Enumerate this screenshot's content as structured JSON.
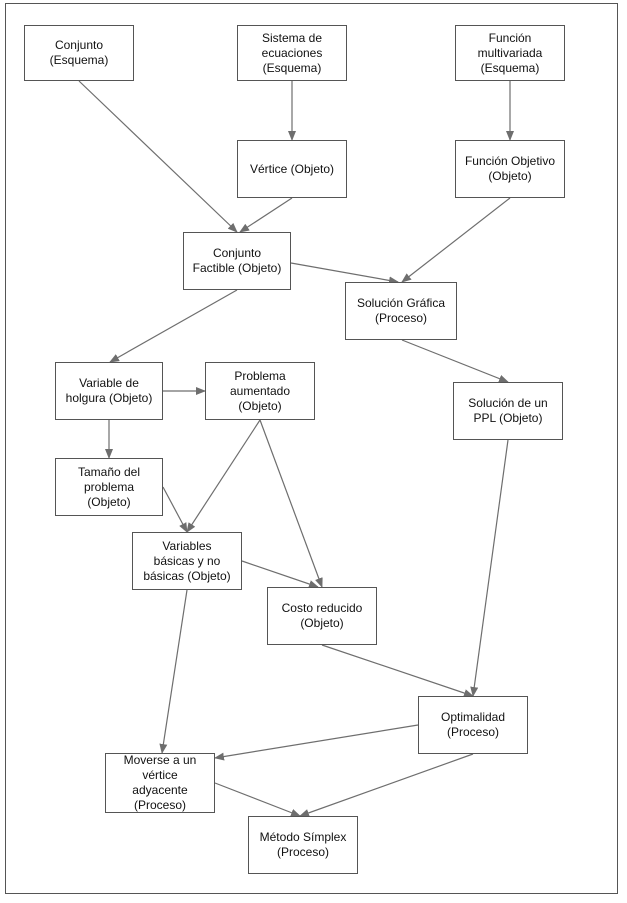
{
  "nodes": {
    "conjunto": "Conjunto\n(Esquema)",
    "sistema_ecuaciones": "Sistema de\necuaciones\n(Esquema)",
    "funcion_multivariada": "Función\nmultivariada\n(Esquema)",
    "vertice": "Vértice (Objeto)",
    "funcion_objetivo": "Función Objetivo\n(Objeto)",
    "conjunto_factible": "Conjunto\nFactible (Objeto)",
    "solucion_grafica": "Solución Gráfica\n(Proceso)",
    "variable_holgura": "Variable de\nholgura (Objeto)",
    "problema_aumentado": "Problema\naumentado\n(Objeto)",
    "solucion_ppl": "Solución de un\nPPL  (Objeto)",
    "tamano_problema": "Tamaño del\nproblema\n(Objeto)",
    "variables_basicas": "Variables\nbásicas y no\nbásicas (Objeto)",
    "costo_reducido": "Costo reducido\n(Objeto)",
    "optimalidad": "Optimalidad\n(Proceso)",
    "moverse_vertice": "Moverse a un\nvértice\nadyacente\n(Proceso)",
    "metodo_simplex": "Método Símplex\n(Proceso)"
  },
  "edges": [
    {
      "from": "conjunto",
      "to": "conjunto_factible"
    },
    {
      "from": "sistema_ecuaciones",
      "to": "vertice"
    },
    {
      "from": "funcion_multivariada",
      "to": "funcion_objetivo"
    },
    {
      "from": "vertice",
      "to": "conjunto_factible"
    },
    {
      "from": "funcion_objetivo",
      "to": "solucion_grafica"
    },
    {
      "from": "conjunto_factible",
      "to": "solucion_grafica"
    },
    {
      "from": "conjunto_factible",
      "to": "variable_holgura"
    },
    {
      "from": "solucion_grafica",
      "to": "solucion_ppl"
    },
    {
      "from": "variable_holgura",
      "to": "problema_aumentado"
    },
    {
      "from": "variable_holgura",
      "to": "tamano_problema"
    },
    {
      "from": "problema_aumentado",
      "to": "variables_basicas"
    },
    {
      "from": "problema_aumentado",
      "to": "costo_reducido"
    },
    {
      "from": "tamano_problema",
      "to": "variables_basicas"
    },
    {
      "from": "variables_basicas",
      "to": "costo_reducido"
    },
    {
      "from": "variables_basicas",
      "to": "moverse_vertice"
    },
    {
      "from": "solucion_ppl",
      "to": "optimalidad"
    },
    {
      "from": "costo_reducido",
      "to": "optimalidad"
    },
    {
      "from": "optimalidad",
      "to": "moverse_vertice"
    },
    {
      "from": "optimalidad",
      "to": "metodo_simplex"
    },
    {
      "from": "moverse_vertice",
      "to": "metodo_simplex"
    }
  ],
  "colors": {
    "line": "#6e6e6e",
    "border": "#555555",
    "text": "#111111"
  }
}
